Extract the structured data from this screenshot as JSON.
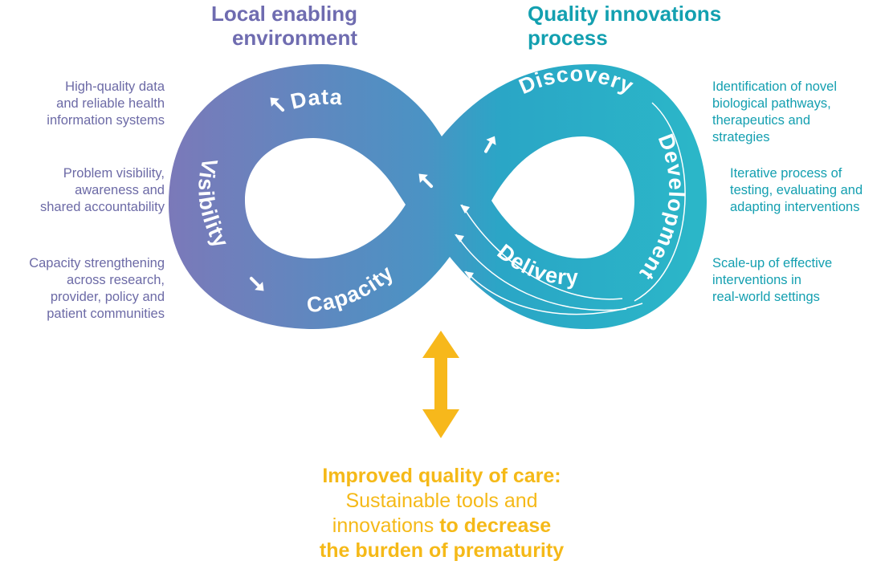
{
  "headings": {
    "left": [
      "Local enabling",
      "environment"
    ],
    "right": [
      "Quality innovations",
      "process"
    ]
  },
  "loop_labels": {
    "data": "Data",
    "visibility": "Visibility",
    "capacity": "Capacity",
    "discovery": "Discovery",
    "development": "Development",
    "delivery": "Delivery"
  },
  "left_notes": [
    [
      "High-quality data",
      "and reliable health",
      "information systems"
    ],
    [
      "Problem visibility,",
      "awareness and",
      "shared accountability"
    ],
    [
      "Capacity strengthening",
      "across research,",
      "provider, policy and",
      "patient communities"
    ]
  ],
  "right_notes": [
    [
      "Identification of novel",
      "biological pathways,",
      "therapeutics and",
      "strategies"
    ],
    [
      "Iterative process of",
      "testing, evaluating and",
      "adapting interventions"
    ],
    [
      "Scale-up of effective",
      "interventions in",
      "real-world settings"
    ]
  ],
  "outcome": {
    "line1": "Improved quality of care:",
    "line2": "Sustainable tools and",
    "line3_normal": "innovations ",
    "line3_bold": "to decrease",
    "line4": "the burden of prematurity"
  },
  "colors": {
    "left_purple": "#7b79b9",
    "mid_blue": "#3f97c2",
    "right_teal": "#22b2c7",
    "accent_yellow": "#f7b81b",
    "arrow_white": "#ffffff"
  },
  "icons": [
    "arrow-up-left-icon",
    "arrow-down-right-icon",
    "arrow-up-right-icon",
    "double-headed-vertical-arrow-icon"
  ]
}
